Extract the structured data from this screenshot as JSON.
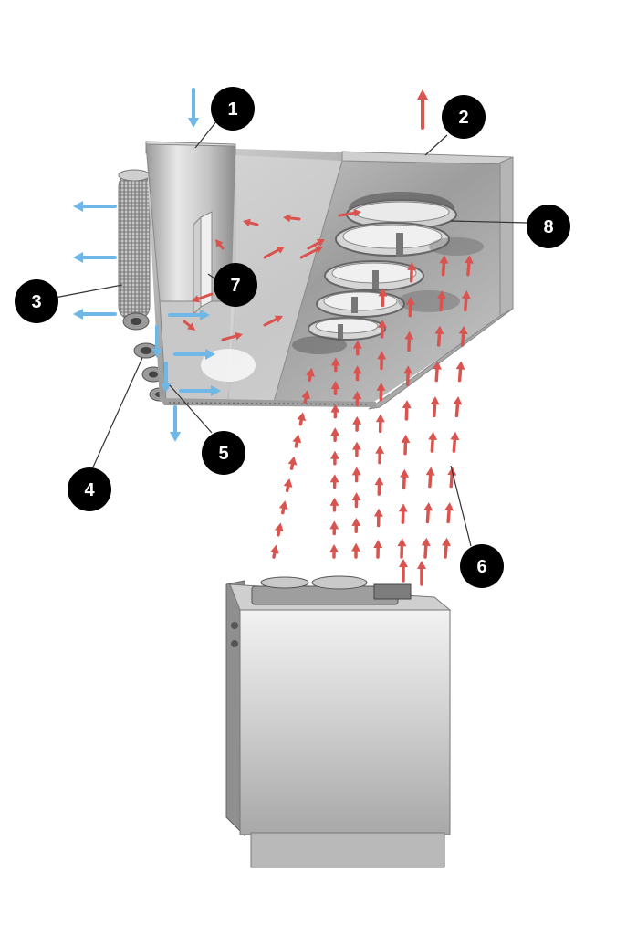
{
  "callouts": [
    {
      "id": "1",
      "label": "1"
    },
    {
      "id": "2",
      "label": "2"
    },
    {
      "id": "3",
      "label": "3"
    },
    {
      "id": "4",
      "label": "4"
    },
    {
      "id": "5",
      "label": "5"
    },
    {
      "id": "6",
      "label": "6"
    },
    {
      "id": "7",
      "label": "7"
    },
    {
      "id": "8",
      "label": "8"
    }
  ],
  "colors": {
    "background": "#ffffff",
    "callout_fill": "#000000",
    "callout_text": "#ffffff",
    "exhaust_arrow": "#d9534f",
    "fresh_air_arrow": "#6fb7e6",
    "steel_light": "#e4e4e4",
    "steel_mid": "#bdbdbd",
    "steel_dark": "#8e8e8e"
  },
  "icons": {
    "exhaust_arrow": "arrow-up-icon",
    "fresh_air_arrow": "arrow-icon",
    "filter_disc": "filter-disc-icon",
    "coil": "coil-icon"
  }
}
